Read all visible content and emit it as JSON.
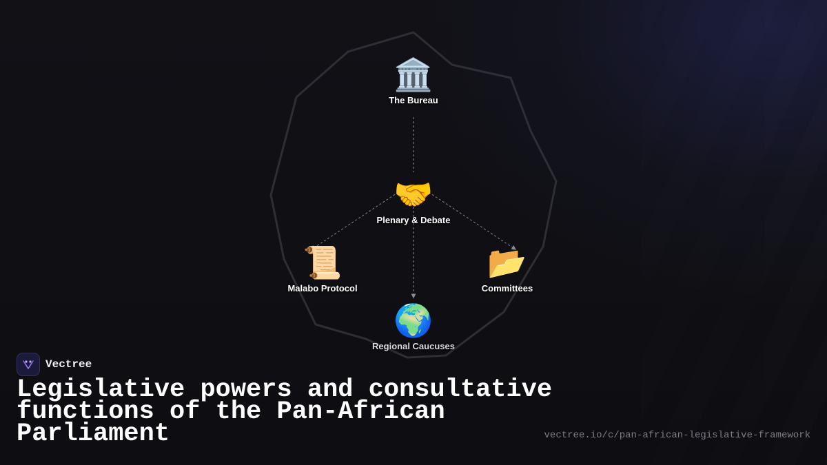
{
  "brand": {
    "name": "Vectree",
    "logo_icon": "vectree-logo-icon",
    "accent": "#a07cf0"
  },
  "headline": "Legislative powers and consultative functions of the Pan-African Parliament",
  "url": "vectree.io/c/pan-african-legislative-framework",
  "diagram": {
    "nodes": [
      {
        "id": "bureau",
        "label": "The Bureau",
        "emoji": "🏛️",
        "icon": "classical-building-icon"
      },
      {
        "id": "plenary",
        "label": "Plenary & Debate",
        "emoji": "🤝",
        "icon": "handshake-icon"
      },
      {
        "id": "malabo",
        "label": "Malabo Protocol",
        "emoji": "📜",
        "icon": "scroll-icon"
      },
      {
        "id": "committees",
        "label": "Committees",
        "emoji": "📂",
        "icon": "open-folder-icon"
      },
      {
        "id": "caucuses",
        "label": "Regional Caucuses",
        "emoji": "🌍",
        "icon": "globe-africa-icon"
      }
    ],
    "edges": [
      {
        "from": "bureau",
        "to": "plenary"
      },
      {
        "from": "plenary",
        "to": "malabo"
      },
      {
        "from": "plenary",
        "to": "committees"
      },
      {
        "from": "plenary",
        "to": "caucuses"
      }
    ],
    "colors": {
      "edge": "#8a8a96",
      "outline": "#2e2e36"
    }
  }
}
